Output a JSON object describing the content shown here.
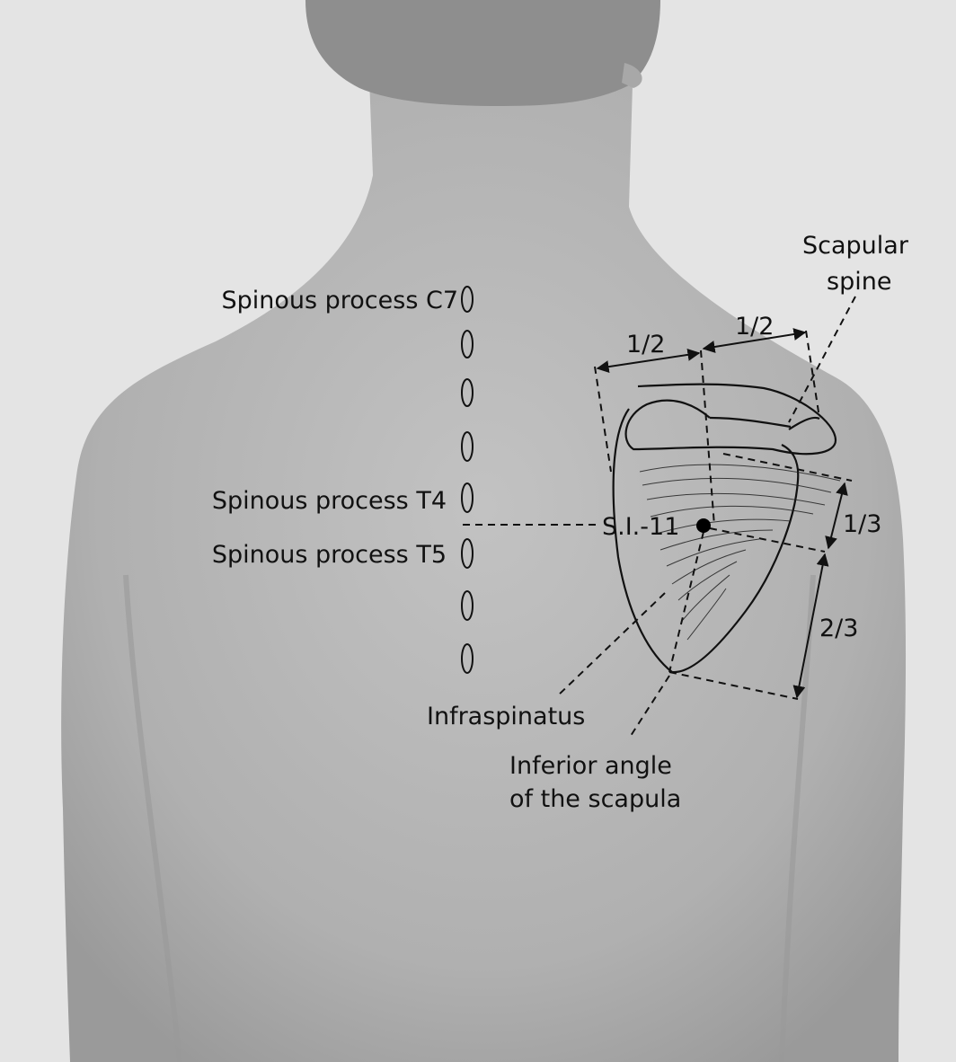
{
  "labels": {
    "c7": "Spinous process C7",
    "t4": "Spinous process T4",
    "t5": "Spinous process T5",
    "point": "S.I.-11",
    "scapular_spine_1": "Scapular",
    "scapular_spine_2": "spine",
    "infraspinatus": "Infraspinatus",
    "inferior_angle_1": "Inferior angle",
    "inferior_angle_2": "of the scapula"
  },
  "fractions": {
    "half_left": "1/2",
    "half_right": "1/2",
    "third": "1/3",
    "two_thirds": "2/3"
  },
  "colors": {
    "background": "#e6e6e6",
    "skin": "#b4b4b4",
    "hair": "#8c8c8c",
    "ink": "#111111"
  }
}
